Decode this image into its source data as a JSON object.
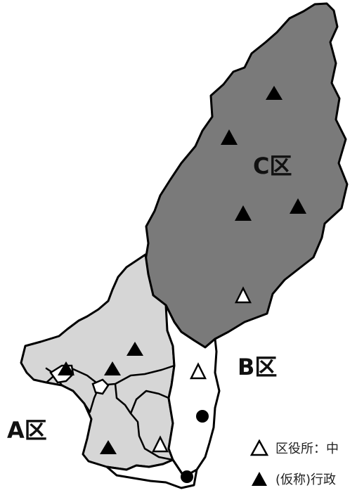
{
  "districts": {
    "a": {
      "label": "A区",
      "fill": "#d6d6d6"
    },
    "b": {
      "label": "B区",
      "fill": "#ffffff"
    },
    "c": {
      "label": "C区",
      "fill": "#7a7a7a"
    }
  },
  "legend": {
    "ward_office": {
      "symbol": "white-triangle",
      "text": "区役所：中"
    },
    "admin_center": {
      "symbol": "black-triangle",
      "text": "(仮称)行政"
    }
  },
  "colors": {
    "outline": "#000000",
    "background": "#ffffff"
  }
}
